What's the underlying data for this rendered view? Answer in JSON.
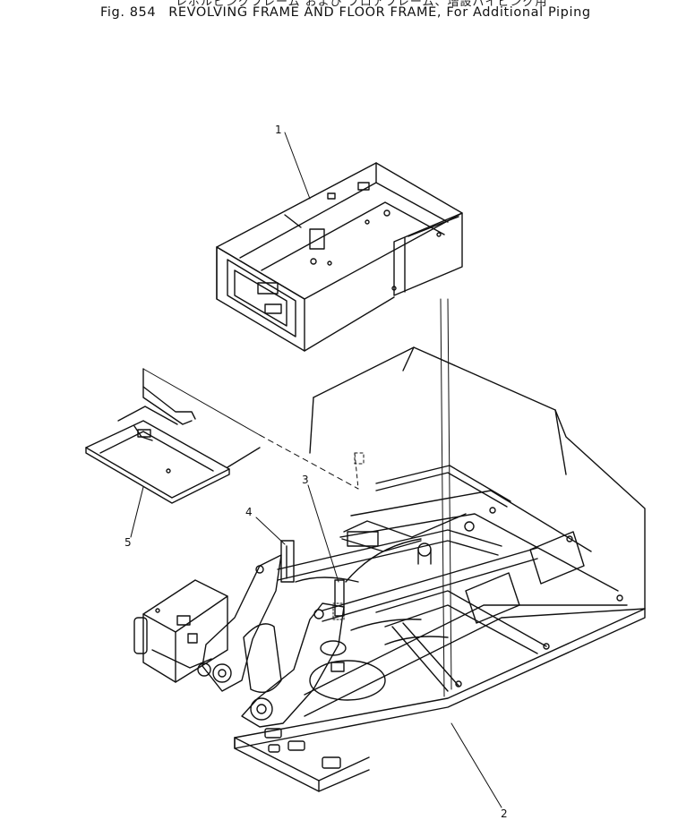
{
  "header": {
    "japanese_title": "レボルビングフレーム および フロアフレーム、増設パイピング用",
    "figure_number": "Fig. 854",
    "english_title": "REVOLVING FRAME AND FLOOR FRAME, For Additional Piping"
  },
  "callouts": {
    "part_1": "1",
    "part_2": "2",
    "part_3": "3",
    "part_4": "4",
    "part_5": "5"
  }
}
